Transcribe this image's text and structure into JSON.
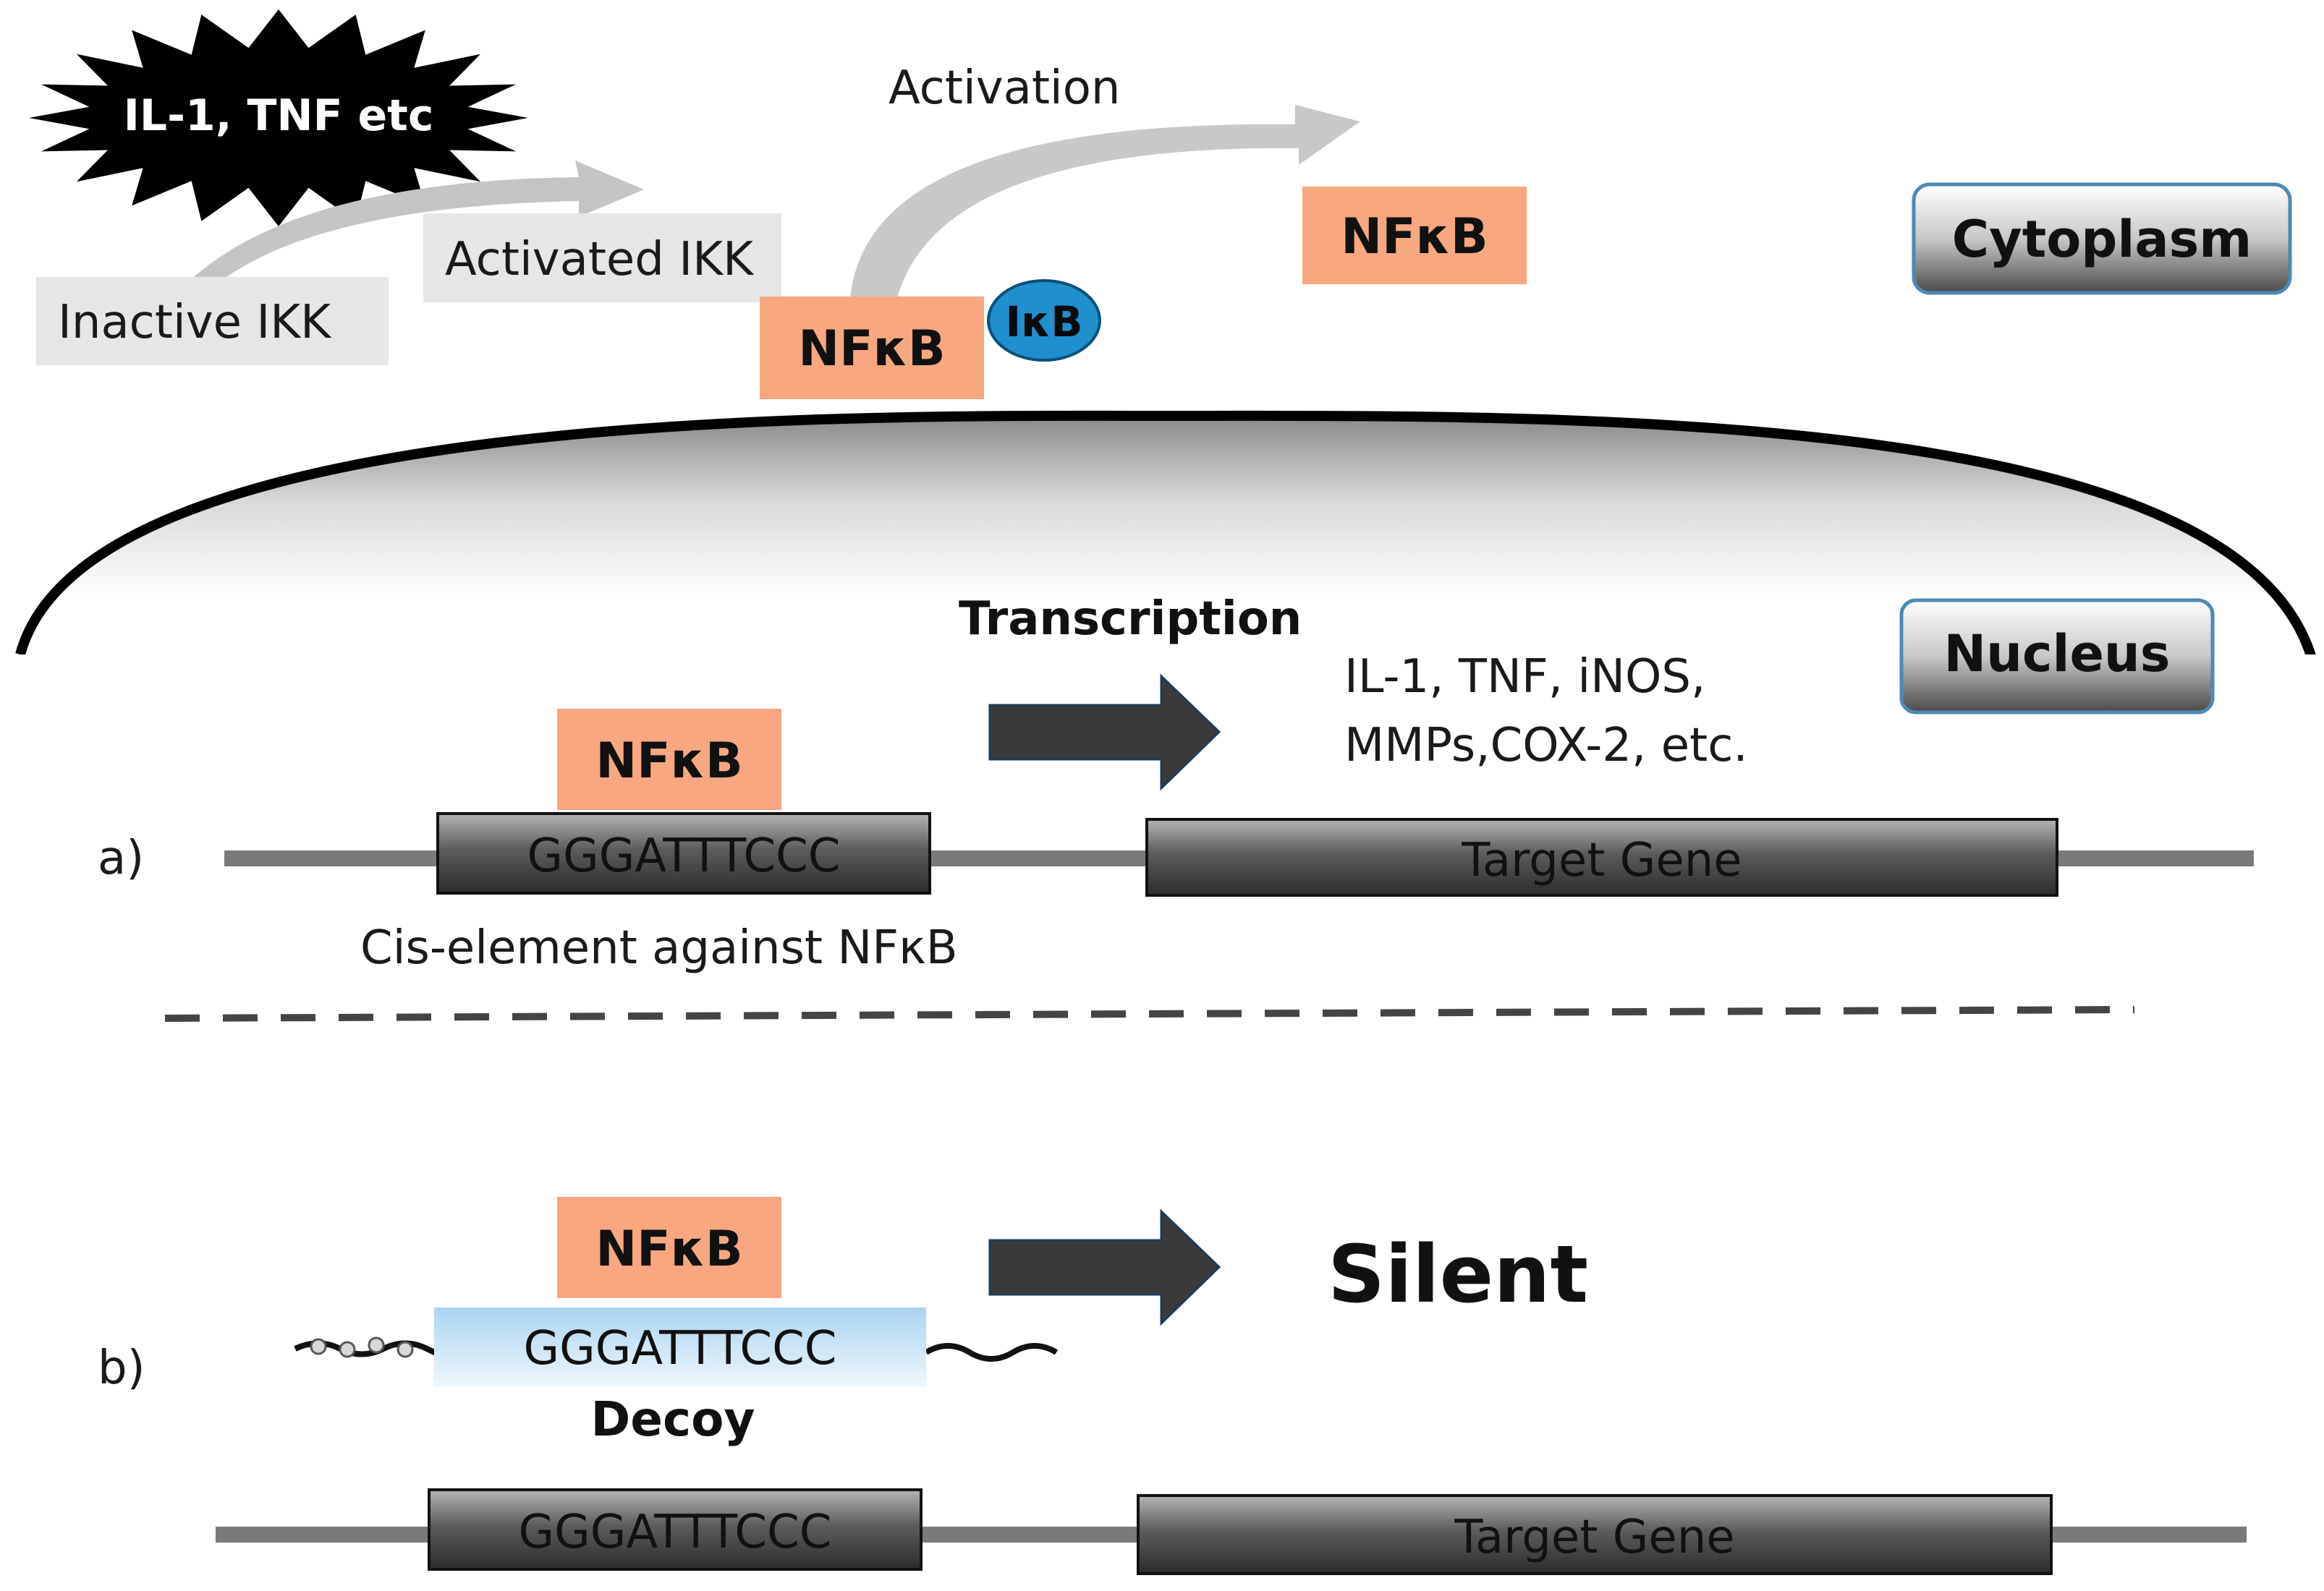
{
  "cytoplasm": {
    "stimulus_label": "IL-1, TNF etc",
    "inactive_ikk": "Inactive IKK",
    "activated_ikk": "Activated IKK",
    "activation_label": "Activation",
    "nfkb_bound": "NFκB",
    "ikb": "IκB",
    "nfkb_free": "NFκB",
    "compartment_label": "Cytoplasm"
  },
  "nucleus": {
    "compartment_label": "Nucleus",
    "panel_a": {
      "marker": "a)",
      "nfkb": "NFκB",
      "cis_sequence": "GGGATTTCCC",
      "target_gene": "Target Gene",
      "cis_caption": "Cis-element against NFκB",
      "transcription_label": "Transcription",
      "products_line1": "IL-1, TNF, iNOS,",
      "products_line2": "MMPs,COX-2, etc."
    },
    "panel_b": {
      "marker": "b)",
      "nfkb": "NFκB",
      "decoy_sequence": "GGGATTTCCC",
      "decoy_label": "Decoy",
      "outcome_label": "Silent",
      "cis_sequence": "GGGATTTCCC",
      "target_gene": "Target Gene"
    }
  },
  "colors": {
    "nfkb_fill": "#f8a77e",
    "ikb_fill": "#1f8fce",
    "ikk_box": "#e6e6e6",
    "arrow_dark": "#3a3a3a",
    "decoy_fill": "#c6e2f5",
    "compartment_border": "#4a8ab5"
  }
}
